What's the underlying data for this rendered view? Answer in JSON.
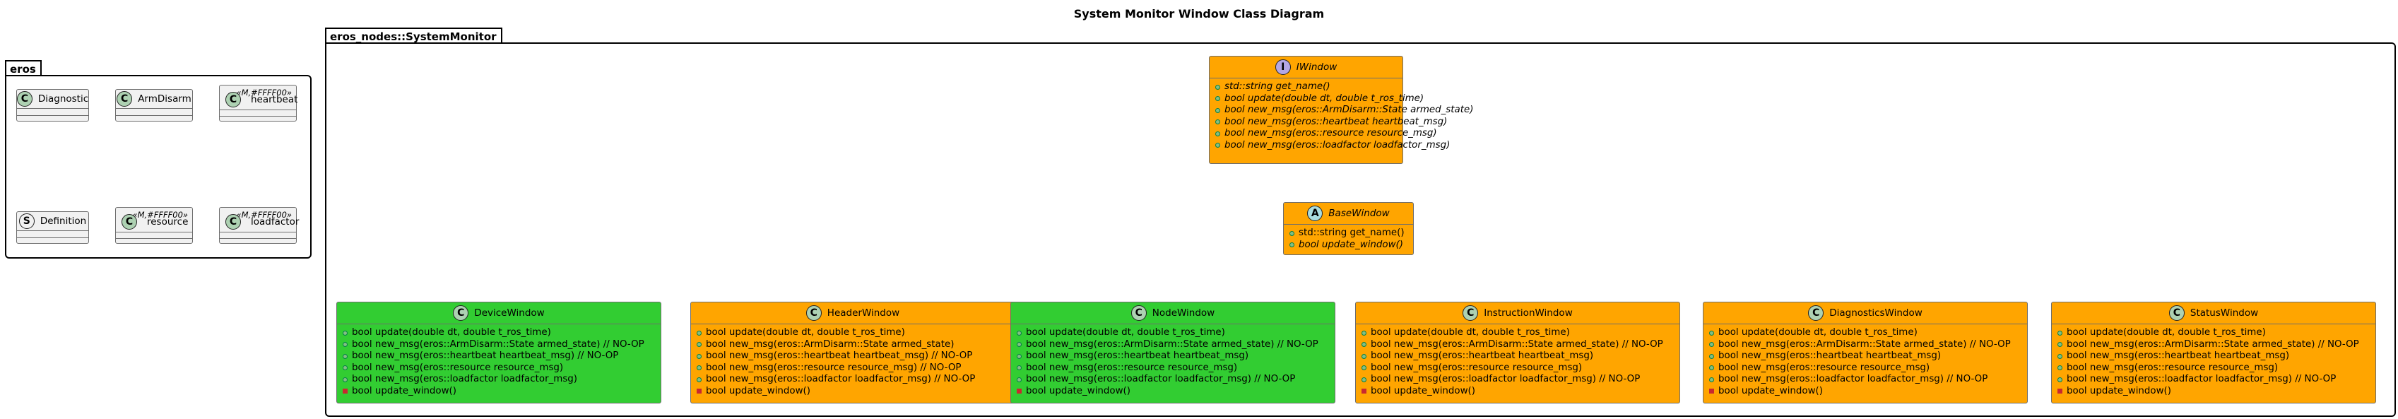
{
  "title": "System Monitor Window Class Diagram",
  "colors": {
    "orange": "#FFA500",
    "green": "#32CD32",
    "gray": "#F1F1F1"
  },
  "packages": {
    "eros": {
      "name": "eros"
    },
    "system_monitor": {
      "name": "eros_nodes::SystemMonitor"
    }
  },
  "eros_classes": {
    "diagnostic": {
      "spot": "C",
      "name": "Diagnostic"
    },
    "armdisarm": {
      "spot": "C",
      "name": "ArmDisarm"
    },
    "heartbeat": {
      "spot": "C",
      "name": "heartbeat",
      "stereotype": "«M,#FFFF00»"
    },
    "definition": {
      "spot": "S",
      "name": "Definition"
    },
    "resource": {
      "spot": "C",
      "name": "resource",
      "stereotype": "«M,#FFFF00»"
    },
    "loadfactor": {
      "spot": "C",
      "name": "loadfactor",
      "stereotype": "«M,#FFFF00»"
    }
  },
  "iwindow": {
    "spot": "I",
    "name": "IWindow",
    "members": [
      "std::string get_name()",
      "bool update(double dt, double t_ros_time)",
      "bool new_msg(eros::ArmDisarm::State armed_state)",
      "bool new_msg(eros::heartbeat heartbeat_msg)",
      "bool new_msg(eros::resource resource_msg)",
      "bool new_msg(eros::loadfactor loadfactor_msg)"
    ]
  },
  "basewindow": {
    "spot": "A",
    "name": "BaseWindow",
    "members": [
      "std::string get_name()",
      "bool update_window()"
    ]
  },
  "windows": [
    {
      "name": "DeviceWindow",
      "spot": "C",
      "color": "#32CD32",
      "members": [
        "bool update(double dt, double t_ros_time)",
        "bool new_msg(eros::ArmDisarm::State armed_state) // NO-OP",
        "bool new_msg(eros::heartbeat heartbeat_msg) // NO-OP",
        "bool new_msg(eros::resource resource_msg)",
        "bool new_msg(eros::loadfactor loadfactor_msg)",
        "bool update_window()"
      ]
    },
    {
      "name": "HeaderWindow",
      "spot": "C",
      "color": "#FFA500",
      "members": [
        "bool update(double dt, double t_ros_time)",
        "bool new_msg(eros::ArmDisarm::State armed_state)",
        "bool new_msg(eros::heartbeat heartbeat_msg) // NO-OP",
        "bool new_msg(eros::resource resource_msg) // NO-OP",
        "bool new_msg(eros::loadfactor loadfactor_msg) // NO-OP",
        "bool update_window()"
      ]
    },
    {
      "name": "NodeWindow",
      "spot": "C",
      "color": "#32CD32",
      "members": [
        "bool update(double dt, double t_ros_time)",
        "bool new_msg(eros::ArmDisarm::State armed_state) // NO-OP",
        "bool new_msg(eros::heartbeat heartbeat_msg)",
        "bool new_msg(eros::resource resource_msg)",
        "bool new_msg(eros::loadfactor loadfactor_msg) // NO-OP",
        "bool update_window()"
      ]
    },
    {
      "name": "InstructionWindow",
      "spot": "C",
      "color": "#FFA500",
      "members": [
        "bool update(double dt, double t_ros_time)",
        "bool new_msg(eros::ArmDisarm::State armed_state) // NO-OP",
        "bool new_msg(eros::heartbeat heartbeat_msg)",
        "bool new_msg(eros::resource resource_msg)",
        "bool new_msg(eros::loadfactor loadfactor_msg) // NO-OP",
        "bool update_window()"
      ]
    },
    {
      "name": "DiagnosticsWindow",
      "spot": "C",
      "color": "#FFA500",
      "members": [
        "bool update(double dt, double t_ros_time)",
        "bool new_msg(eros::ArmDisarm::State armed_state) // NO-OP",
        "bool new_msg(eros::heartbeat heartbeat_msg)",
        "bool new_msg(eros::resource resource_msg)",
        "bool new_msg(eros::loadfactor loadfactor_msg) // NO-OP",
        "bool update_window()"
      ]
    },
    {
      "name": "StatusWindow",
      "spot": "C",
      "color": "#FFA500",
      "members": [
        "bool update(double dt, double t_ros_time)",
        "bool new_msg(eros::ArmDisarm::State armed_state) // NO-OP",
        "bool new_msg(eros::heartbeat heartbeat_msg)",
        "bool new_msg(eros::resource resource_msg)",
        "bool new_msg(eros::loadfactor loadfactor_msg) // NO-OP",
        "bool update_window()"
      ]
    }
  ]
}
